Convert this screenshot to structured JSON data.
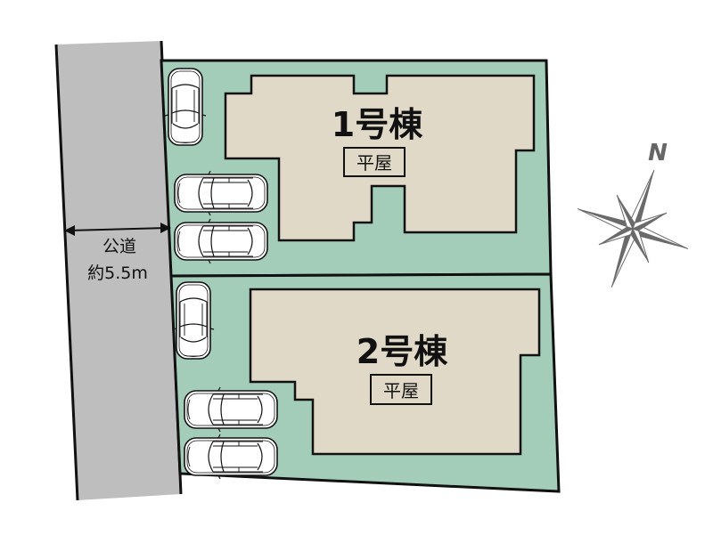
{
  "colors": {
    "road": "#bebebe",
    "lot": "#a4cdb9",
    "building": "#e1d9c8",
    "outline": "#111111",
    "compass": "#6a6a6a"
  },
  "road": {
    "name": "公道",
    "width_label": "約5.5m"
  },
  "buildings": [
    {
      "title": "1号棟",
      "type": "平屋"
    },
    {
      "title": "2号棟",
      "type": "平屋"
    }
  ],
  "parking": {
    "lot1_cars": 3,
    "lot2_cars": 3
  },
  "compass": {
    "north_label": "N"
  }
}
